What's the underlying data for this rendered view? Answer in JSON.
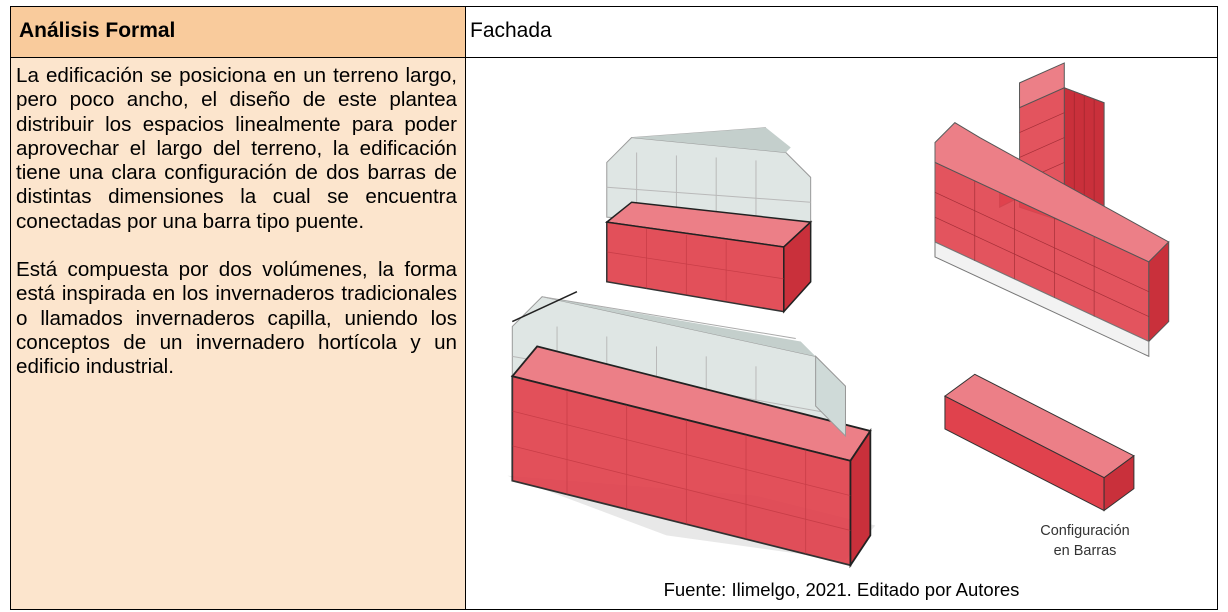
{
  "header": {
    "left_title": "Análisis Formal",
    "right_title": "Fachada"
  },
  "left": {
    "paragraph1": "La edificación se posiciona en un terreno largo, pero poco ancho, el diseño de este plantea distribuir los espacios linealmente para poder aprovechar el largo del terreno, la edificación tiene una clara configuración de dos barras de distintas dimensiones la cual se encuentra conectadas por una barra tipo puente.",
    "paragraph2": "Está compuesta por dos volúmenes, la forma está inspirada en los invernaderos tradicionales o llamados invernaderos capilla, uniendo los conceptos de un invernadero hortícola y un edificio industrial."
  },
  "figure": {
    "label_line1": "Configuración",
    "label_line2": "en Barras",
    "source": "Fuente: Ilimelgo, 2021. Editado por Autores",
    "colors": {
      "bar_red": "#e0424d",
      "bar_red_light": "#ec7f87",
      "glass": "#c9d6d4",
      "frame": "#8a8a8a"
    }
  },
  "colors": {
    "header_orange": "#f9cb9c",
    "body_orange": "#fce5cd"
  }
}
